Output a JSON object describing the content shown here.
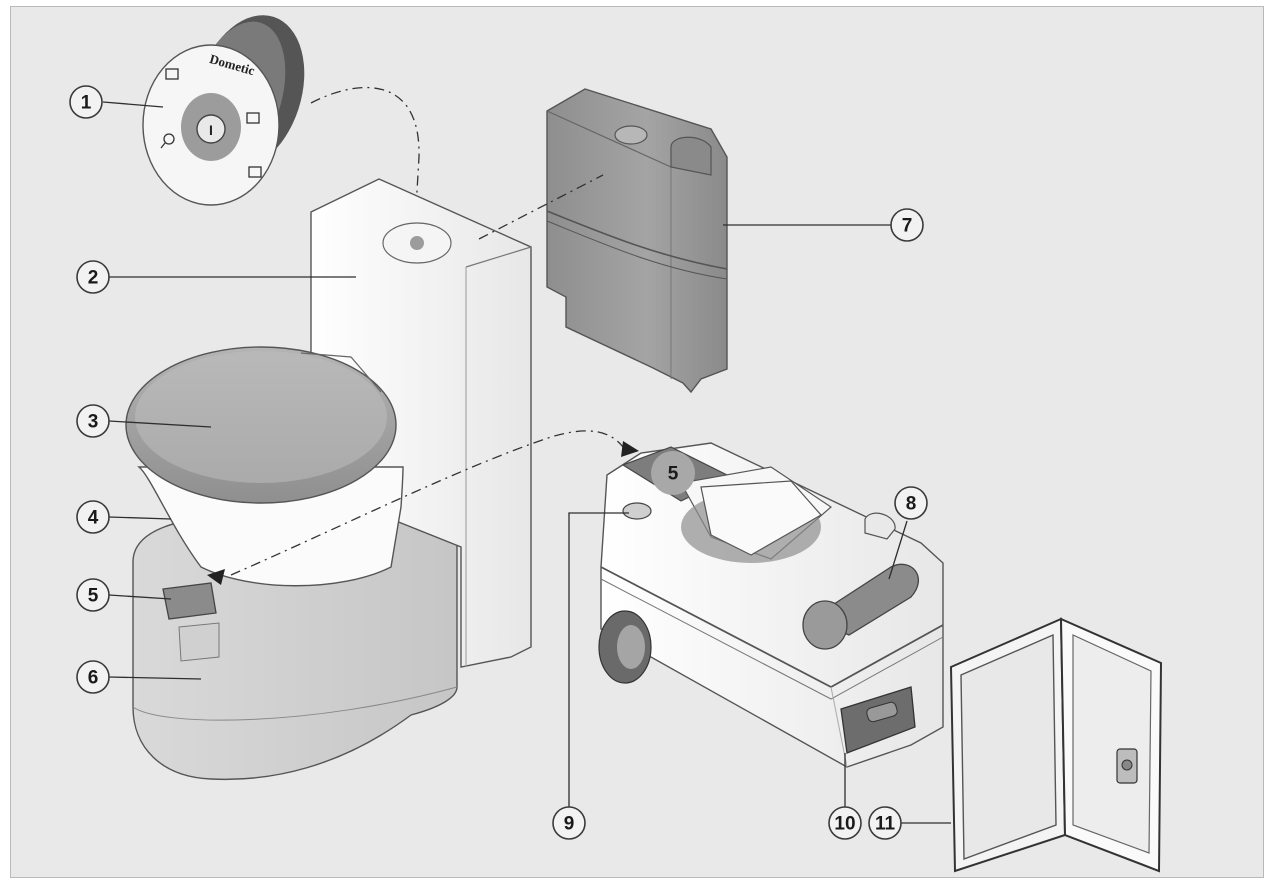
{
  "brand": {
    "name": "Dometic"
  },
  "control_panel": {
    "power_symbol": "I"
  },
  "callouts": [
    {
      "id": "callout-1",
      "label": "1",
      "part": "control-panel"
    },
    {
      "id": "callout-2",
      "label": "2",
      "part": "flush-water-tank-housing"
    },
    {
      "id": "callout-3",
      "label": "3",
      "part": "toilet-lid"
    },
    {
      "id": "callout-4",
      "label": "4",
      "part": "toilet-bowl"
    },
    {
      "id": "callout-5",
      "label": "5",
      "part": "blade-opener"
    },
    {
      "id": "callout-5b",
      "label": "5",
      "part": "blade-slide"
    },
    {
      "id": "callout-6",
      "label": "6",
      "part": "toilet-base"
    },
    {
      "id": "callout-7",
      "label": "7",
      "part": "flush-water-tank"
    },
    {
      "id": "callout-8",
      "label": "8",
      "part": "emptying-spout"
    },
    {
      "id": "callout-9",
      "label": "9",
      "part": "vent-button"
    },
    {
      "id": "callout-10",
      "label": "10",
      "part": "cassette-handle"
    },
    {
      "id": "callout-11",
      "label": "11",
      "part": "service-door"
    }
  ],
  "colors": {
    "background": "#e9e9e9",
    "body_white": "#fafafa",
    "part_gray": "#9a9a9a",
    "dark_gray": "#6f6f6f"
  }
}
